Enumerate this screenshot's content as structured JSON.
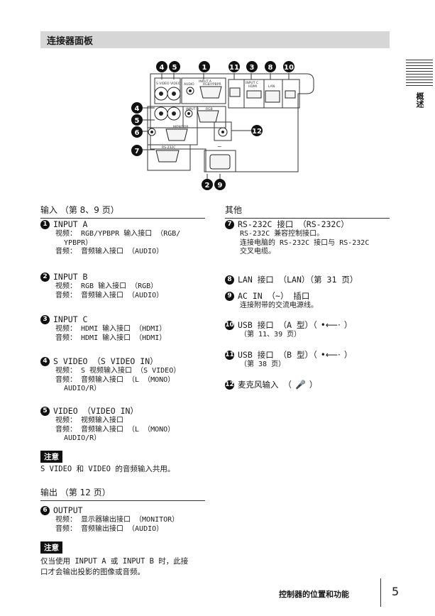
{
  "title": "连接器面板",
  "edge_tab": "概述",
  "diagram": {
    "callouts_top": [
      "4",
      "5",
      "1",
      "11",
      "3",
      "8",
      "10"
    ],
    "callouts_left": [
      "4",
      "5",
      "6",
      "7"
    ],
    "callouts_bottom": [
      "2",
      "9"
    ],
    "callout_right": "12",
    "panel_labels": {
      "s_video": "S VIDEO",
      "video": "VIDEO",
      "input_a": "INPUT A",
      "audio": "AUDIO",
      "rgb_ypbpr": "RGB/YPBPR",
      "input_c": "INPUT C",
      "hdmi": "HDMI",
      "lan": "LAN",
      "input_b": "INPUT B",
      "rgb": "RGB",
      "monitor": "MONITOR",
      "rs232c": "RS-232C",
      "ac": "~"
    }
  },
  "left": {
    "inputs_head": "输入 （第 8、9 页）",
    "items": [
      {
        "num": "1",
        "title": "INPUT A",
        "body": "视频： RGB/YPBPR 输入接口 （RGB/\n  YPBPR）\n音频： 音频输入接口 （AUDIO）"
      },
      {
        "num": "2",
        "title": "INPUT B",
        "body": "视频： RGB 输入接口 （RGB）\n音频： 音频输入接口 （AUDIO）"
      },
      {
        "num": "3",
        "title": "INPUT C",
        "body": "视频： HDMI 输入接口 （HDMI）\n音频： HDMI 输入接口 （HDMI）"
      },
      {
        "num": "4",
        "title": "S VIDEO （S VIDEO IN）",
        "body": "视频： S 视频输入接口 （S VIDEO）\n音频： 音频输入接口 （L （MONO）\n  AUDIO/R）"
      },
      {
        "num": "5",
        "title": "VIDEO （VIDEO IN）",
        "body": "视频： 视频输入接口\n音频： 音频输入接口 （L （MONO）\n  AUDIO/R）"
      }
    ],
    "note1_label": "注意",
    "note1_text": "S VIDEO 和 VIDEO 的音频输入共用。",
    "outputs_head": "输出 （第 12 页）",
    "output_item": {
      "num": "6",
      "title": "OUTPUT",
      "body": "视频： 显示器输出接口 （MONITOR）\n音频： 音频输出接口 （AUDIO）"
    },
    "note2_label": "注意",
    "note2_text": "仅当使用 INPUT A 或 INPUT B 时，此接\n口才会输出投影的图像或音频。"
  },
  "right": {
    "others_head": "其他",
    "items": [
      {
        "num": "7",
        "title": "RS-232C 接口 （RS-232C）",
        "body": "RS-232C 兼容控制接口。\n连接电脑的 RS-232C 接口与 RS-232C\n交叉电缆。"
      },
      {
        "num": "8",
        "title": "LAN 接口 （LAN）（第 31 页）",
        "body": ""
      },
      {
        "num": "9",
        "title": "AC IN （~） 插口",
        "body": "连接附带的交流电源线。"
      },
      {
        "num": "10",
        "title": "USB 接口 （A 型）（",
        "symbol": "•⟵·",
        "title_end": " ）",
        "body": "（第 11、39 页）"
      },
      {
        "num": "11",
        "title": "USB 接口 （B 型）（",
        "symbol": "•⟵·",
        "title_end": " ）",
        "body": "（第 38 页）"
      },
      {
        "num": "12",
        "title": "麦克风输入 （",
        "symbol": "🎤",
        "title_end": "）",
        "body": ""
      }
    ]
  },
  "footer": {
    "section": "控制器的位置和功能",
    "page": "5"
  }
}
